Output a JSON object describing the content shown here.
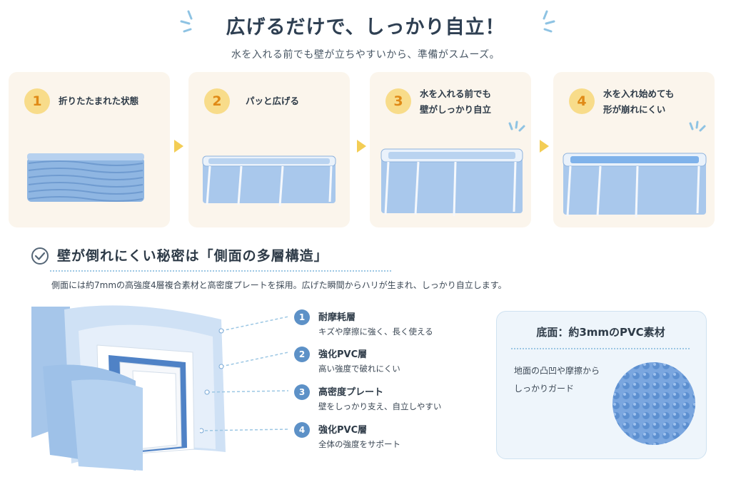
{
  "header": {
    "title": "広げるだけで、しっかり自立！",
    "subtitle": "水を入れる前でも壁が立ちやすいから、準備がスムーズ。"
  },
  "steps": [
    {
      "number": "1",
      "line1": "折りたたまれた状態",
      "line2": ""
    },
    {
      "number": "2",
      "line1": "パッと広げる",
      "line2": ""
    },
    {
      "number": "3",
      "line1": "水を入れる前でも",
      "line2": "壁がしっかり自立"
    },
    {
      "number": "4",
      "line1": "水を入れ始めても",
      "line2": "形が崩れにくい"
    }
  ],
  "section": {
    "title": "壁が倒れにくい秘密は「側面の多層構造」",
    "description": "側面には約7mmの高強度4層複合素材と高密度プレートを採用。広げた瞬間からハリが生まれ、しっかり自立します。"
  },
  "layers": [
    {
      "number": "1",
      "title": "耐摩耗層",
      "desc": "キズや摩擦に強く、長く使える"
    },
    {
      "number": "2",
      "title": "強化PVC層",
      "desc": "高い強度で破れにくい"
    },
    {
      "number": "3",
      "title": "高密度プレート",
      "desc": "壁をしっかり支え、自立しやすい"
    },
    {
      "number": "4",
      "title": "強化PVC層",
      "desc": "全体の強度をサポート"
    }
  ],
  "bottom": {
    "title": "底面：約3mmのPVC素材",
    "desc_line1": "地面の凸凹や摩擦から",
    "desc_line2": "しっかりガード"
  },
  "colors": {
    "accent_yellow": "#f8dc8a",
    "number_orange": "#e08a16",
    "pool_blue": "#a9c8ec",
    "layer_badge": "#5d91c7",
    "card_bg": "#fbf5ec"
  }
}
